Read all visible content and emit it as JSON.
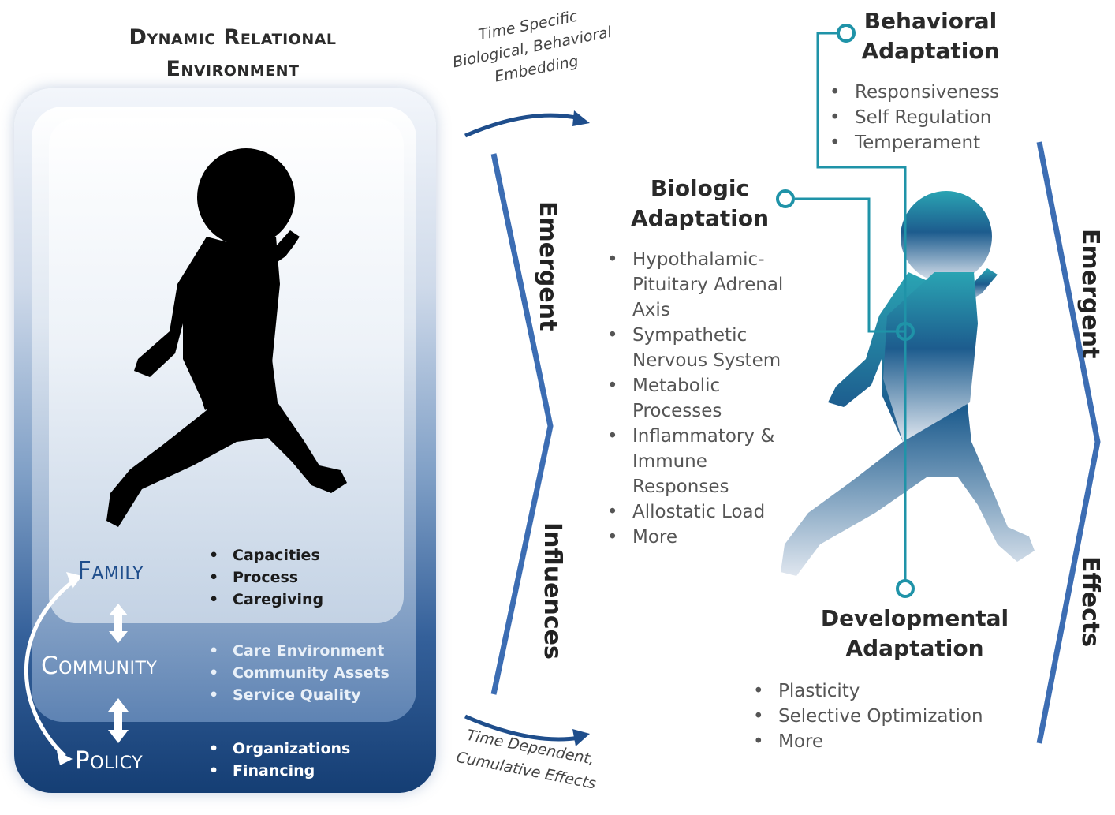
{
  "environment": {
    "title_line1": "Dynamic Relational",
    "title_line2": "Environment",
    "levels": [
      {
        "label": "Family",
        "items": [
          "Capacities",
          "Process",
          "Caregiving"
        ]
      },
      {
        "label": "Community",
        "items": [
          "Care Environment",
          "Community Assets",
          "Service Quality"
        ]
      },
      {
        "label": "Policy",
        "items": [
          "Organizations",
          "Financing"
        ]
      }
    ]
  },
  "pathway": {
    "top_curve_text": [
      "Time Specific",
      "Biological, Behavioral",
      "Embedding"
    ],
    "bottom_curve_text": [
      "Time Dependent,",
      "Cumulative Effects"
    ],
    "left_vertical": [
      "Emergent",
      "Influences"
    ],
    "right_vertical": [
      "Emergent",
      "Effects"
    ]
  },
  "adaptations": {
    "behavioral": {
      "title_line1": "Behavioral",
      "title_line2": "Adaptation",
      "items": [
        "Responsiveness",
        "Self Regulation",
        "Temperament"
      ]
    },
    "biologic": {
      "title_line1": "Biologic",
      "title_line2": "Adaptation",
      "items": [
        "Hypothalamic-Pituitary Adrenal Axis",
        "Sympathetic Nervous System",
        "Metabolic Processes",
        "Inflammatory & Immune Responses",
        "Allostatic Load",
        "More"
      ]
    },
    "developmental": {
      "title_line1": "Developmental",
      "title_line2": "Adaptation",
      "items": [
        "Plasticity",
        "Selective Optimization",
        "More"
      ]
    }
  },
  "colors": {
    "dark_navy": "#153e74",
    "mid_blue": "#4a72a8",
    "teal": "#1f93a8",
    "bracket_blue": "#3c6db3"
  },
  "icons": {
    "left_child": "child-silhouette-black",
    "right_child": "child-silhouette-gradient"
  }
}
